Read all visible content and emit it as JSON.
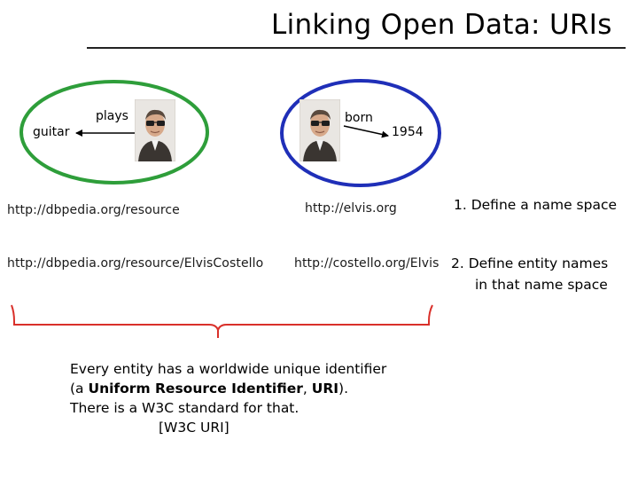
{
  "slide": {
    "title": "Linking Open Data: URIs"
  },
  "left_graph": {
    "object_label": "guitar",
    "predicate_label": "plays",
    "subject_image": "person-photo"
  },
  "right_graph": {
    "predicate_label": "born",
    "object_label": "1954",
    "subject_image": "person-photo"
  },
  "urls": {
    "namespace_left": "http://dbpedia.org/resource",
    "namespace_right": "http://elvis.org",
    "entity_left": "http://dbpedia.org/resource/ElvisCostello",
    "entity_right": "http://costello.org/Elvis"
  },
  "steps": [
    {
      "text": "1. Define a name space"
    },
    {
      "text": "2. Define entity names",
      "text_line2": "in that name space"
    }
  ],
  "note": {
    "line1": "Every entity has a worldwide unique identifier",
    "line2_prefix": "(a ",
    "line2_bold_a": "Uniform Resource Identifier",
    "line2_sep": ", ",
    "line2_bold_b": "URI",
    "line2_suffix": ").",
    "line3": "There is a W3C standard for that.",
    "reference": "[W3C URI]"
  },
  "colors": {
    "left_ellipse": "#2e9e3a",
    "right_ellipse": "#1f2fb8",
    "brace": "#d9302a",
    "arrow": "#000000"
  }
}
